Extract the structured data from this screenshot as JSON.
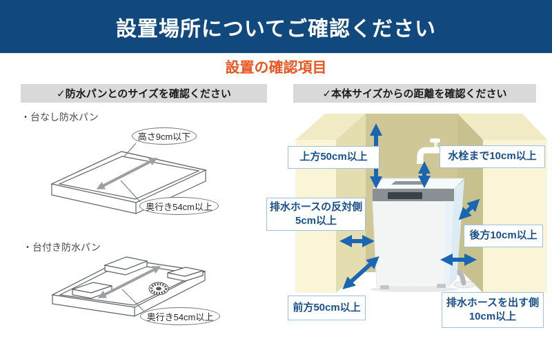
{
  "header": {
    "title": "設置場所についてご確認ください"
  },
  "subtitle": {
    "text": "設置の確認項目"
  },
  "left_section": {
    "header": "✓防水パンとのサイズを確認ください",
    "pan1": {
      "label": "・台なし防水パン",
      "callout_height": "高さ9cm以下",
      "callout_depth": "奥行き54cm以上"
    },
    "pan2": {
      "label": "・台付き防水パン",
      "callout_depth": "奥行き54cm以上"
    }
  },
  "right_section": {
    "header": "✓本体サイズからの距離を確認ください",
    "labels": {
      "top_clearance": "上方50cm以上",
      "faucet_clearance": "水栓まで10cm以上",
      "opposite_line1": "排水ホースの反対側",
      "opposite_line2": "5cm以上",
      "rear_clearance": "後方10cm以上",
      "front_clearance": "前方50cm以上",
      "hose_line1": "排水ホースを出す側",
      "hose_line2": "10cm以上"
    }
  },
  "colors": {
    "header_bg": "#11497e",
    "accent_orange": "#ea5520",
    "section_bar_gray": "#d9d9d9",
    "arrow_blue": "#1a66b2",
    "label_text_blue": "#17508c",
    "label_border_blue": "#9cc0e4",
    "wall_cream": "#faf5d6",
    "wall_top_cream": "#f0ebc5",
    "wall_beige_left": "#e4ddb0",
    "wall_beige_right": "#c7c08f",
    "wall_olive_back": "#cfc795",
    "machine_side_blue": "#dcebf4",
    "machine_panel_gray": "#8a8f94"
  }
}
